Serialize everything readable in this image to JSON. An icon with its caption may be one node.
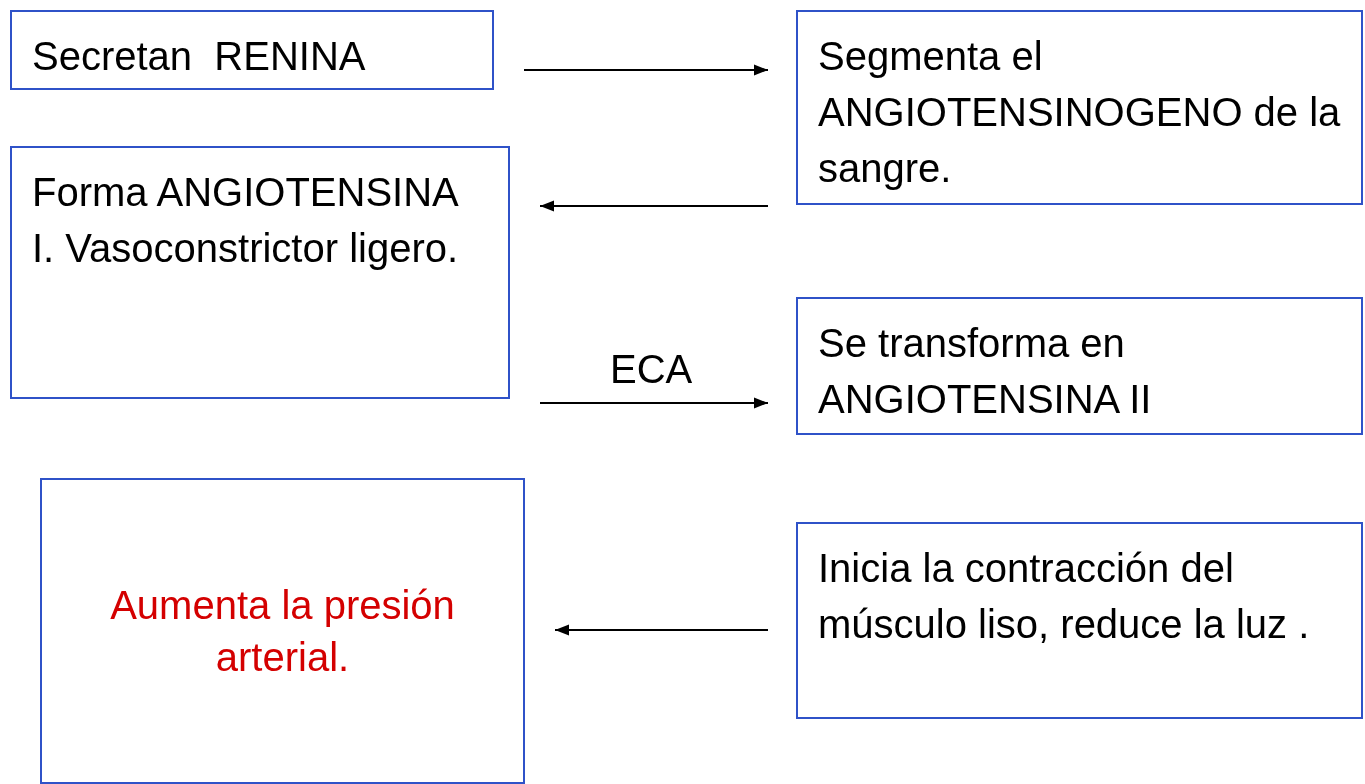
{
  "diagram": {
    "nodes": [
      {
        "text": [
          "Secretan  RENINA"
        ]
      },
      {
        "text": [
          "Segmenta el ANGIOTENSINOGENO de la sangre."
        ]
      },
      {
        "text": [
          "Forma ANGIOTENSINA I. Vasoconstrictor ligero."
        ]
      },
      {
        "text": [
          "Se transforma en ANGIOTENSINA II"
        ]
      },
      {
        "text": [
          "Aumenta la presión arterial."
        ]
      },
      {
        "text": [
          "Inicia la contracción del músculo liso, reduce la luz ."
        ]
      }
    ],
    "edges": [
      {
        "from": 0,
        "to": 1,
        "arrow": "to"
      },
      {
        "from": 1,
        "to": 2,
        "arrow": "to"
      },
      {
        "from": 2,
        "to": 3,
        "arrow": "to",
        "label": "ECA"
      },
      {
        "from": 5,
        "to": 4,
        "arrow": "to"
      }
    ]
  }
}
